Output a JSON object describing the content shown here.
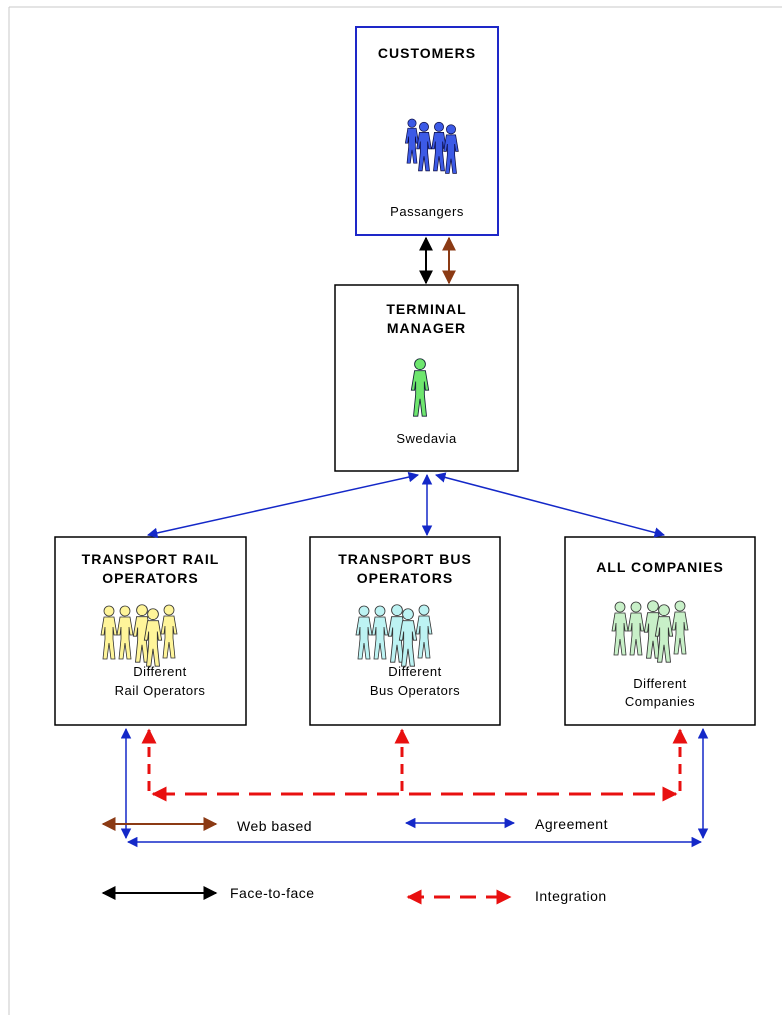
{
  "nodes": {
    "customers": {
      "title": "CUSTOMERS",
      "subtitle": "Passangers"
    },
    "terminal": {
      "title_line1": "TERMINAL",
      "title_line2": "MANAGER",
      "subtitle": "Swedavia"
    },
    "rail": {
      "title_line1": "TRANSPORT RAIL",
      "title_line2": "OPERATORS",
      "subtitle_line1": "Different",
      "subtitle_line2": "Rail Operators"
    },
    "bus": {
      "title_line1": "TRANSPORT BUS",
      "title_line2": "OPERATORS",
      "subtitle_line1": "Different",
      "subtitle_line2": "Bus Operators"
    },
    "companies": {
      "title": "ALL COMPANIES",
      "subtitle_line1": "Different",
      "subtitle_line2": "Companies"
    }
  },
  "legend": {
    "web_based": "Web based",
    "face_to_face": "Face-to-face",
    "agreement": "Agreement",
    "integration": "Integration"
  },
  "colors": {
    "web_based": "#8B3A14",
    "face_to_face": "#000000",
    "agreement": "#1428C8",
    "integration": "#E81010",
    "customers_box": "#1E28C8",
    "customers_people": "#3C5AE6",
    "terminal_person": "#6EE66E",
    "rail_people": "#FFF59A",
    "bus_people": "#BDF3F3",
    "companies_people": "#C8F0C8"
  },
  "icons": {
    "customers": "group-of-people-icon",
    "terminal": "person-icon",
    "rail": "group-of-people-icon",
    "bus": "group-of-people-icon",
    "companies": "group-of-people-icon"
  }
}
